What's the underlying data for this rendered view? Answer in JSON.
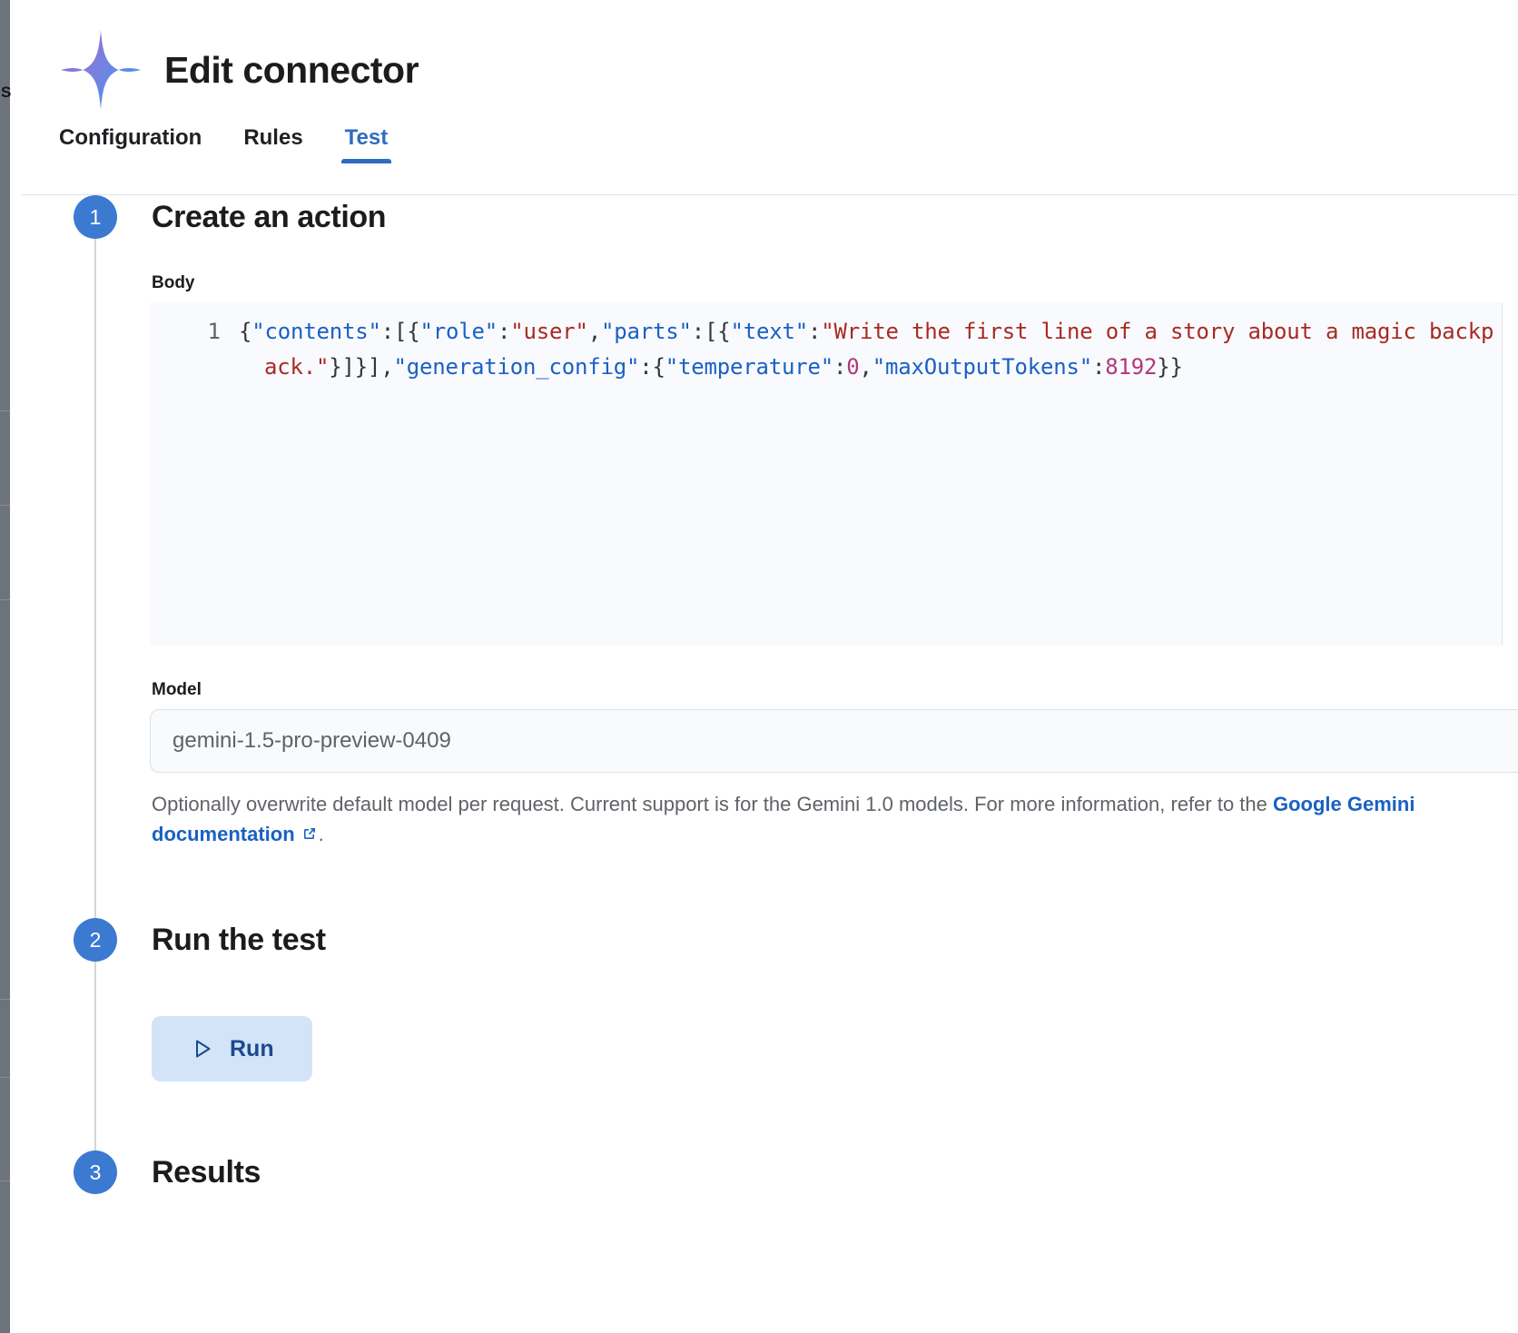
{
  "backdrop": {
    "partial_label": "S"
  },
  "header": {
    "title": "Edit connector",
    "logo_icon": "gemini-sparkle-icon",
    "tabs": [
      {
        "id": "configuration",
        "label": "Configuration",
        "active": false
      },
      {
        "id": "rules",
        "label": "Rules",
        "active": false
      },
      {
        "id": "test",
        "label": "Test",
        "active": true
      }
    ]
  },
  "steps": [
    {
      "number": "1",
      "title": "Create an action"
    },
    {
      "number": "2",
      "title": "Run the test"
    },
    {
      "number": "3",
      "title": "Results"
    }
  ],
  "body_field": {
    "label": "Body",
    "line_number": "1",
    "value": "{\"contents\":[{\"role\":\"user\",\"parts\":[{\"text\":\"Write the first line of a story about a magic backpack.\"}]}],\"generation_config\":{\"temperature\":0,\"maxOutputTokens\":8192}}",
    "tokens": [
      {
        "t": "{",
        "k": "punct"
      },
      {
        "t": "\"contents\"",
        "k": "key"
      },
      {
        "t": ":[{",
        "k": "punct"
      },
      {
        "t": "\"role\"",
        "k": "key"
      },
      {
        "t": ":",
        "k": "punct"
      },
      {
        "t": "\"user\"",
        "k": "str"
      },
      {
        "t": ",",
        "k": "punct"
      },
      {
        "t": "\"parts\"",
        "k": "key"
      },
      {
        "t": ":[{",
        "k": "punct"
      },
      {
        "t": "\"text\"",
        "k": "key"
      },
      {
        "t": ":",
        "k": "punct"
      },
      {
        "t": "\"Write the first line of a story about a magic backpack.\"",
        "k": "str"
      },
      {
        "t": "}]}],",
        "k": "punct"
      },
      {
        "t": "\"generation_config\"",
        "k": "key"
      },
      {
        "t": ":{",
        "k": "punct"
      },
      {
        "t": "\"temperature\"",
        "k": "key"
      },
      {
        "t": ":",
        "k": "punct"
      },
      {
        "t": "0",
        "k": "num"
      },
      {
        "t": ",",
        "k": "punct"
      },
      {
        "t": "\"maxOutputTokens\"",
        "k": "key"
      },
      {
        "t": ":",
        "k": "punct"
      },
      {
        "t": "8192",
        "k": "num"
      },
      {
        "t": "}}",
        "k": "punct"
      }
    ]
  },
  "model_field": {
    "label": "Model",
    "placeholder": "gemini-1.5-pro-preview-0409",
    "value": "",
    "help_text_before": "Optionally overwrite default model per request. Current support is for the Gemini 1.0 models. For more information, refer to the ",
    "help_link_text": "Google Gemini documentation",
    "help_link_icon": "external-link-icon",
    "help_text_after": "."
  },
  "run_section": {
    "button_label": "Run",
    "button_icon": "play-icon"
  },
  "colors": {
    "accent_blue": "#2f6dc0",
    "step_badge": "#3b7ad0",
    "link_blue": "#1a60c4",
    "run_button_bg": "#d3e3f8",
    "run_button_fg": "#1a4a8d",
    "code_bg": "#f9fafd",
    "json_key": "#1a60c4",
    "json_string": "#a72b23",
    "json_number": "#b2387a",
    "text_primary": "#1a1c1e",
    "text_secondary": "#5f6368"
  }
}
